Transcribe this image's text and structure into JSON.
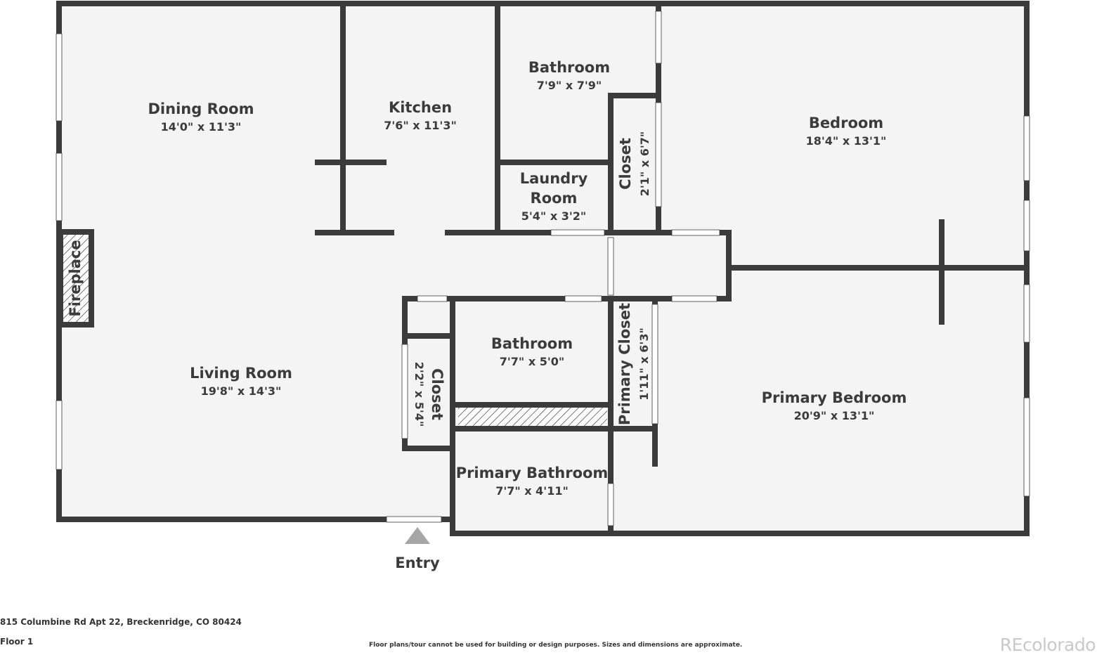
{
  "rooms": {
    "dining": {
      "name": "Dining Room",
      "dims": "14'0\" x 11'3\""
    },
    "kitchen": {
      "name": "Kitchen",
      "dims": "7'6\" x 11'3\""
    },
    "bath1": {
      "name": "Bathroom",
      "dims": "7'9\" x 7'9\""
    },
    "laundry": {
      "name_line1": "Laundry",
      "name_line2": "Room",
      "dims": "5'4\" x 3'2\""
    },
    "closet1": {
      "name": "Closet",
      "dims": "2'1\" x 6'7\""
    },
    "bedroom": {
      "name": "Bedroom",
      "dims": "18'4\" x 13'1\""
    },
    "fireplace": {
      "name": "Fireplace"
    },
    "living": {
      "name": "Living Room",
      "dims": "19'8\" x 14'3\""
    },
    "closet2": {
      "name": "Closet",
      "dims": "2'2\" x 5'4\""
    },
    "bath2": {
      "name": "Bathroom",
      "dims": "7'7\" x 5'0\""
    },
    "primary_closet": {
      "name": "Primary Closet",
      "dims": "1'11\" x 6'3\""
    },
    "primary_bedroom": {
      "name": "Primary Bedroom",
      "dims": "20'9\" x 13'1\""
    },
    "primary_bath": {
      "name": "Primary Bathroom",
      "dims": "7'7\" x 4'11\""
    }
  },
  "entry": {
    "label": "Entry"
  },
  "footer": {
    "address": "815 Columbine Rd Apt 22, Breckenridge, CO 80424",
    "floor": "Floor 1",
    "disclaimer": "Floor plans/tour cannot be used for building or design purposes. Sizes and dimensions are approximate.",
    "brand": "REcolorado"
  },
  "colors": {
    "wall": "#3b3b3b",
    "floor": "#f4f4f4",
    "window": "#ffffff",
    "marker": "#a6a6a6"
  }
}
